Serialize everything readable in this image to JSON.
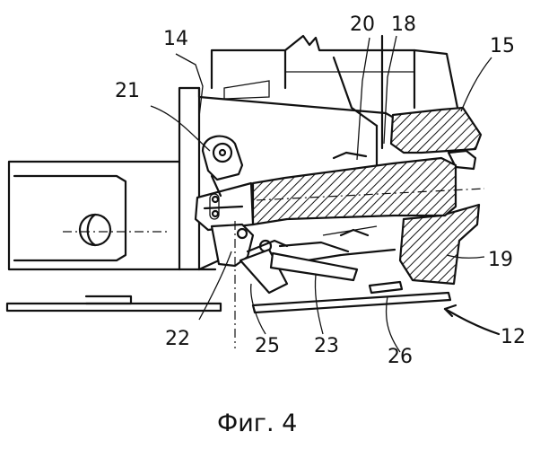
{
  "figure": {
    "caption": "Фиг. 4",
    "labels": {
      "l12": "12",
      "l14": "14",
      "l15": "15",
      "l18": "18",
      "l19": "19",
      "l20": "20",
      "l21": "21",
      "l22": "22",
      "l23": "23",
      "l25": "25",
      "l26": "26"
    }
  }
}
